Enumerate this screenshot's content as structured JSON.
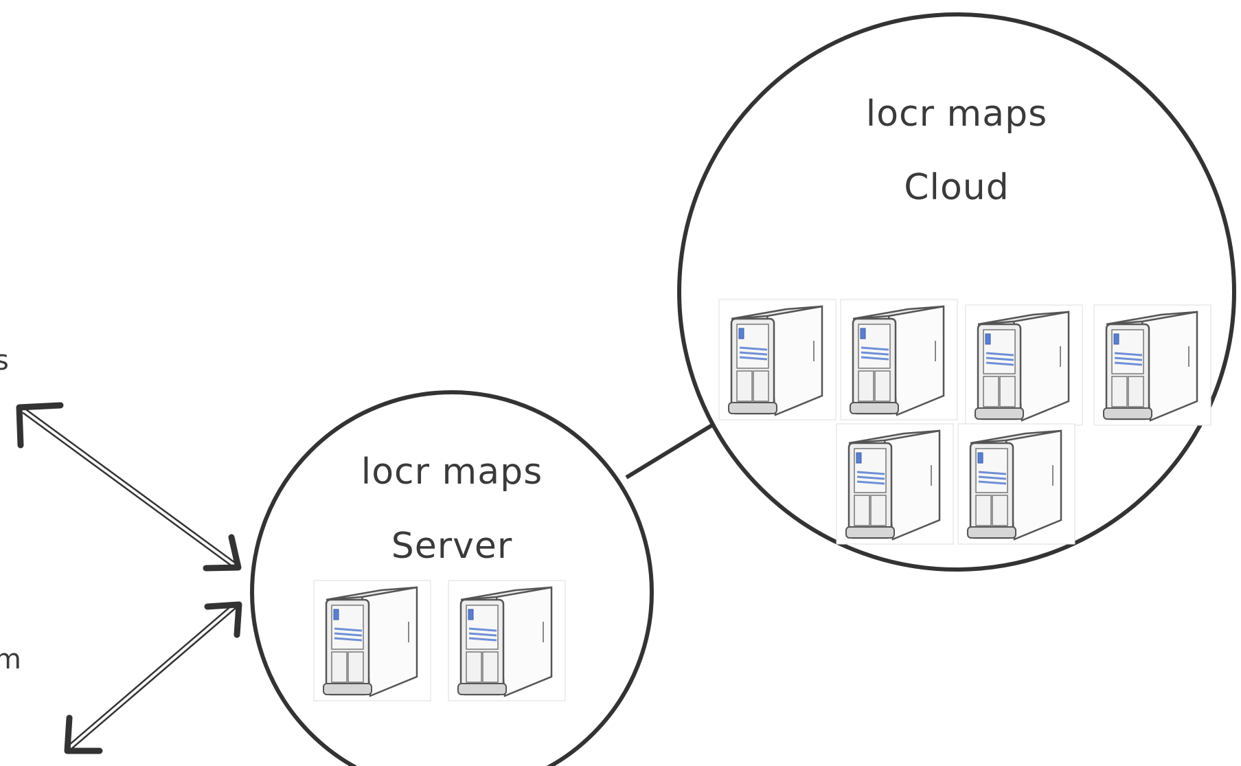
{
  "colors": {
    "stroke": "#333333",
    "text": "#3a3a3a",
    "server_body": "#f4f4f4",
    "server_accent": "#6f8fd6"
  },
  "icons": [
    "server-icon",
    "double-arrow-icon"
  ],
  "server_node": {
    "title_line1": "locr maps",
    "title_line2": "Server"
  },
  "cloud_node": {
    "title_line1": "locr maps",
    "title_line2": "Cloud"
  },
  "left_labels": {
    "top_fragment": "s",
    "middle_fragment": "m"
  }
}
